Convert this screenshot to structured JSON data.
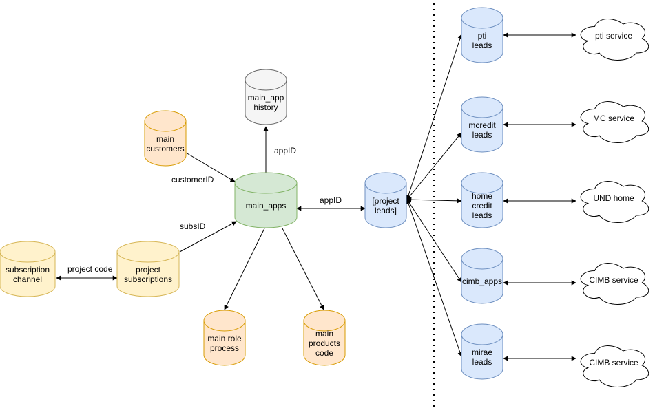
{
  "colors": {
    "orange_fill": "#ffe6cc",
    "orange_stroke": "#d79b00",
    "yellow_fill": "#fff2cc",
    "yellow_stroke": "#d6b656",
    "green_fill": "#d5e8d4",
    "green_stroke": "#82b366",
    "blue_fill": "#dae8fc",
    "blue_stroke": "#6c8ebf",
    "gray_fill": "#f5f5f5",
    "gray_stroke": "#666666",
    "cloud_fill": "#ffffff",
    "cloud_stroke": "#000000"
  },
  "nodes": {
    "main_app_history": {
      "lines": [
        "main_app",
        "history"
      ],
      "icon": "database-icon",
      "color": "gray"
    },
    "main_customers": {
      "lines": [
        "main",
        "customers"
      ],
      "icon": "database-icon",
      "color": "orange"
    },
    "main_apps": {
      "lines": [
        "main_apps"
      ],
      "icon": "database-icon",
      "color": "green"
    },
    "project_leads": {
      "lines": [
        "[project",
        "leads]"
      ],
      "icon": "database-icon",
      "color": "blue"
    },
    "subscription_channel": {
      "lines": [
        "subscription",
        "channel"
      ],
      "icon": "database-icon",
      "color": "yellow"
    },
    "project_subscriptions": {
      "lines": [
        "project",
        "subscriptions"
      ],
      "icon": "database-icon",
      "color": "yellow"
    },
    "main_role_process": {
      "lines": [
        "main role",
        "process"
      ],
      "icon": "database-icon",
      "color": "orange"
    },
    "main_products_code": {
      "lines": [
        "main",
        "products",
        "code"
      ],
      "icon": "database-icon",
      "color": "orange"
    },
    "pti_leads": {
      "lines": [
        "pti",
        "leads"
      ],
      "icon": "database-icon",
      "color": "blue"
    },
    "mcredit_leads": {
      "lines": [
        "mcredit",
        "leads"
      ],
      "icon": "database-icon",
      "color": "blue"
    },
    "home_credit_leads": {
      "lines": [
        "home",
        "credit",
        "leads"
      ],
      "icon": "database-icon",
      "color": "blue"
    },
    "cimb_apps": {
      "lines": [
        "cimb_apps"
      ],
      "icon": "database-icon",
      "color": "blue"
    },
    "mirae_leads": {
      "lines": [
        "mirae",
        "leads"
      ],
      "icon": "database-icon",
      "color": "blue"
    },
    "pti_service": {
      "lines": [
        "pti service"
      ],
      "icon": "cloud-icon",
      "color": "cloud"
    },
    "mc_service": {
      "lines": [
        "MC service"
      ],
      "icon": "cloud-icon",
      "color": "cloud"
    },
    "und_home": {
      "lines": [
        "UND home"
      ],
      "icon": "cloud-icon",
      "color": "cloud"
    },
    "cimb_service_1": {
      "lines": [
        "CIMB service"
      ],
      "icon": "cloud-icon",
      "color": "cloud"
    },
    "cimb_service_2": {
      "lines": [
        "CIMB service"
      ],
      "icon": "cloud-icon",
      "color": "cloud"
    }
  },
  "edges": {
    "apps_to_history": {
      "label": "appID"
    },
    "customers_to_apps": {
      "label": "customerID"
    },
    "subscriptions_to_apps": {
      "label": "subsID"
    },
    "channel_subscriptions": {
      "label": "project code"
    },
    "apps_project_leads": {
      "label": "appID"
    }
  }
}
